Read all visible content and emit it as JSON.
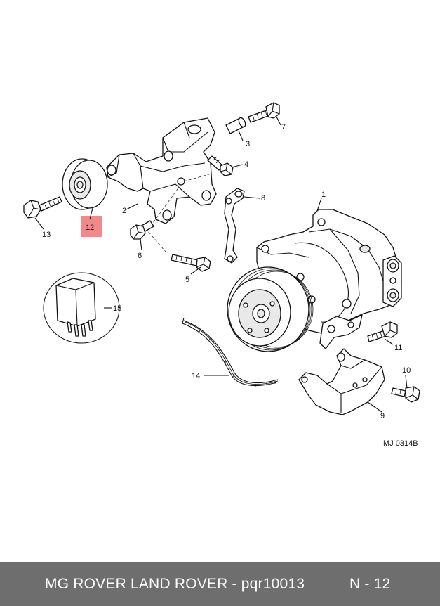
{
  "diagram": {
    "reference_code": "MJ 0314B",
    "highlight_color": "#f08a8a",
    "callouts": [
      {
        "id": "c1",
        "label": "1"
      },
      {
        "id": "c2",
        "label": "2"
      },
      {
        "id": "c3",
        "label": "3"
      },
      {
        "id": "c4",
        "label": "4"
      },
      {
        "id": "c5",
        "label": "5"
      },
      {
        "id": "c6",
        "label": "6"
      },
      {
        "id": "c7",
        "label": "7"
      },
      {
        "id": "c8",
        "label": "8"
      },
      {
        "id": "c9",
        "label": "9"
      },
      {
        "id": "c10",
        "label": "10"
      },
      {
        "id": "c11",
        "label": "11"
      },
      {
        "id": "c12",
        "label": "12",
        "highlighted": true
      },
      {
        "id": "c13",
        "label": "13"
      },
      {
        "id": "c14",
        "label": "14"
      },
      {
        "id": "c15",
        "label": "15"
      }
    ]
  },
  "footer": {
    "brand_text": "MG ROVER LAND ROVER - pqr10013",
    "page_text": "N - 12",
    "background": "#6e6e6e"
  }
}
